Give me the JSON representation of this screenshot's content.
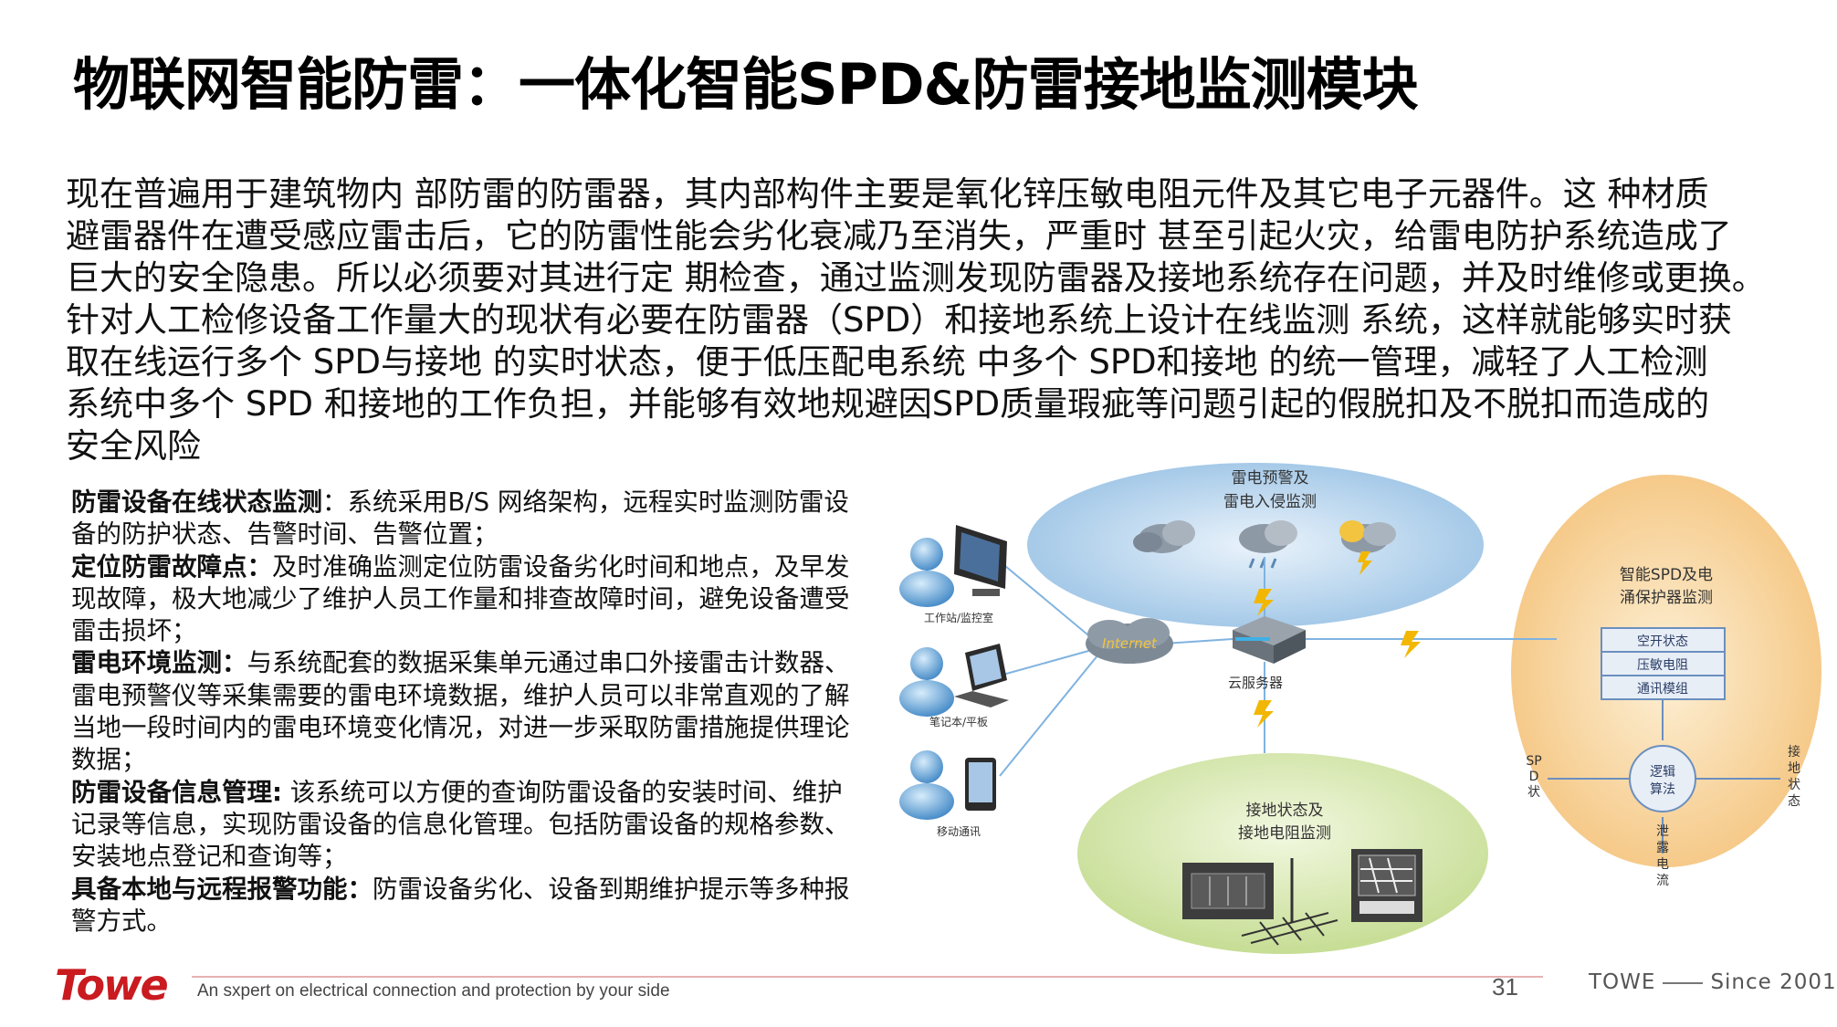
{
  "slide": {
    "title": "物联网智能防雷：一体化智能SPD&防雷接地监测模块",
    "intro_lines": [
      "现在普遍用于建筑物内 部防雷的防雷器，其内部构件主要是氧化锌压敏电阻元件及其它电子元器件。这 种材质",
      "避雷器件在遭受感应雷击后，它的防雷性能会劣化衰减乃至消失，严重时 甚至引起火灾，给雷电防护系统造成了",
      "巨大的安全隐患。所以必须要对其进行定 期检查，通过监测发现防雷器及接地系统存在问题，并及时维修或更换。",
      "针对人工检修设备工作量大的现状有必要在防雷器（SPD）和接地系统上设计在线监测 系统，这样就能够实时获",
      "取在线运行多个 SPD与接地 的实时状态，便于低压配电系统 中多个 SPD和接地 的统一管理，减轻了人工检测",
      "系统中多个 SPD 和接地的工作负担，并能够有效地规避因SPD质量瑕疵等问题引起的假脱扣及不脱扣而造成的",
      "安全风险"
    ],
    "features": [
      {
        "heading": "防雷设备在线状态监测",
        "sep": "：",
        "body": "系统采用B/S  网络架构，远程实时监测防雷设备的防护状态、告警时间、告警位置；"
      },
      {
        "heading": "定位防雷故障点",
        "sep": "：",
        "body": "及时准确监测定位防雷设备劣化时间和地点，及早发现故障，极大地减少了维护人员工作量和排查故障时间，避免设备遭受雷击损坏；"
      },
      {
        "heading": "雷电环境监测",
        "sep": "：",
        "body": "与系统配套的数据采集单元通过串口外接雷击计数器、雷电预警仪等采集需要的雷电环境数据，维护人员可以非常直观的了解当地一段时间内的雷电环境变化情况，对进一步采取防雷措施提供理论数据；"
      },
      {
        "heading": "防雷设备信息管理",
        "sep": ":",
        "body": " 该系统可以方便的查询防雷设备的安装时间、维护记录等信息，实现防雷设备的信息化管理。包括防雷设备的规格参数、安装地点登记和查询等；"
      },
      {
        "heading": "具备本地与远程报警功能",
        "sep": "：",
        "body": "防雷设备劣化、设备到期维护提示等多种报警方式。"
      }
    ],
    "diagram": {
      "cloud_top_line1": "雷电预警及",
      "cloud_top_line2": "雷电入侵监测",
      "right_title_line1": "智能SPD及电",
      "right_title_line2": "涌保护器监测",
      "status_boxes": [
        "空开状态",
        "压敏电阻",
        "通讯模组"
      ],
      "logic_line1": "逻辑",
      "logic_line2": "算法",
      "spd_label": [
        "SP",
        "D",
        "状"
      ],
      "ground_state_label": [
        "接",
        "地",
        "状",
        "态"
      ],
      "leak_label": [
        "泄",
        "露",
        "电",
        "流"
      ],
      "bottom_line1": "接地状态及",
      "bottom_line2": "接地电阻监测",
      "internet_label": "Internet",
      "server_label": "云服务器",
      "workstation_label": "工作站/监控室",
      "laptop_label": "笔记本/平板",
      "mobile_label": "移动通讯"
    },
    "footer": {
      "logo_text": "Towe",
      "tagline": "An sxpert on electrical connection and protection by your side",
      "page_number": "31",
      "brand_left": "TOWE",
      "brand_right": "Since 2001"
    }
  }
}
